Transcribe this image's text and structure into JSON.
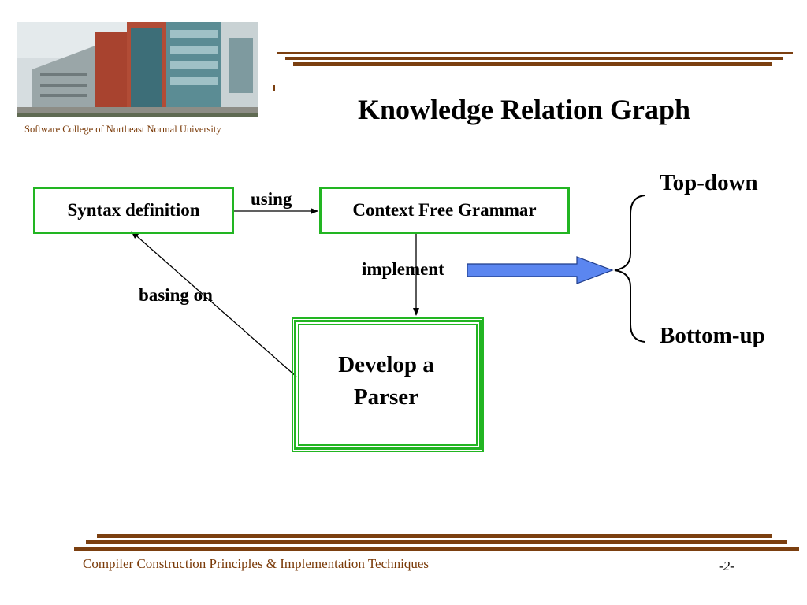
{
  "header": {
    "college_name": "Software College of Northeast Normal University",
    "title": "Knowledge Relation Graph"
  },
  "diagram": {
    "nodes": {
      "syntax_definition": "Syntax definition",
      "context_free_grammar": "Context Free Grammar",
      "develop_parser": "Develop a Parser"
    },
    "edges": {
      "using": "using",
      "implement": "implement",
      "basing_on": "basing on"
    },
    "branches": {
      "top_down": "Top-down",
      "bottom_up": "Bottom-up"
    }
  },
  "footer": {
    "course_title": "Compiler Construction Principles & Implementation Techniques",
    "page_number": "-2-"
  },
  "colors": {
    "accent_brown": "#7b3f10",
    "box_green": "#22b522",
    "arrow_blue": "#5b86f0"
  }
}
